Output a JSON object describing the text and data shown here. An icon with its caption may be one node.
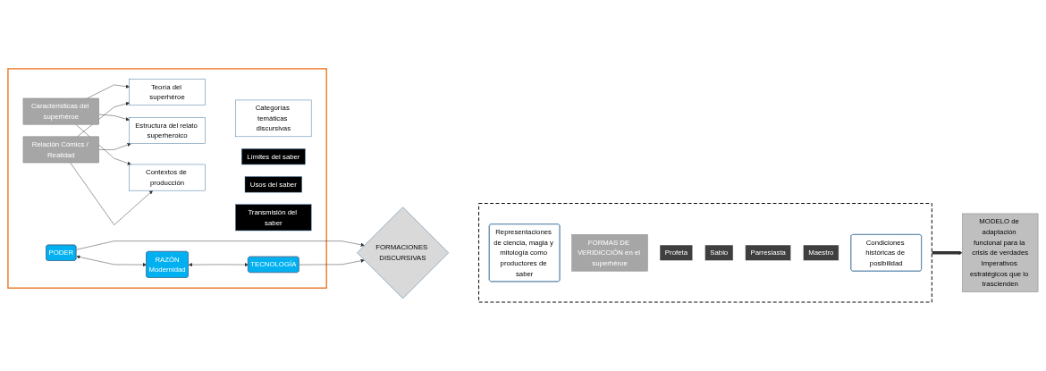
{
  "diagram": {
    "nodes": [
      {
        "text": [],
        "shape": "arrow"
      },
      {
        "text": [
          "Características del superhéroe"
        ],
        "in": 0
      },
      {
        "text": [
          "Teoría del superhéroe"
        ],
        "in": 0
      },
      {
        "text": [
          "Estructura del relato superheroico"
        ],
        "in": 0
      },
      {
        "text": [
          "Contextos de producción"
        ],
        "in": 0
      },
      {
        "text": [
          "Relación Cómics / Realidad"
        ],
        "in": 0
      },
      {
        "text": [
          "Categorías temáticas discursivas"
        ],
        "in": 0
      },
      {
        "text": [
          "Límites del saber"
        ],
        "in": 0
      },
      {
        "text": [
          "Usos del saber"
        ],
        "in": 0
      },
      {
        "text": [
          "Transmisión del saber"
        ],
        "in": 0
      },
      {
        "text": [
          "PODER"
        ],
        "in": 0
      },
      {
        "text": [
          "RAZÓN",
          "Modernidad"
        ],
        "in": 0
      },
      {
        "text": [
          "TECNOLOGÍA"
        ],
        "in": 0
      },
      {
        "text": [
          "FORMACIONES DISCURSIVAS"
        ]
      },
      {
        "text": [],
        "shape": "box"
      },
      {
        "text": [
          "Representaciones de ciencia, magia y mitología como productores de saber"
        ],
        "in": 14
      },
      {
        "text": [
          "FORMAS DE VERIDICCIÓN en el superhéroe"
        ],
        "in": 14
      },
      {
        "text": [
          "Profeta"
        ],
        "in": 14
      },
      {
        "text": [
          "Sabio"
        ],
        "in": 14
      },
      {
        "text": [
          "Parresiasta"
        ],
        "in": 14
      },
      {
        "text": [
          "Maestro"
        ],
        "in": 14
      },
      {
        "text": [
          "Condiciones históricas de posibilidad"
        ],
        "in": 14
      },
      {
        "text": [
          "MODELO de adaptación funcional para la crisis de verdades",
          "Imperativos estratégicos que lo trascienden"
        ]
      }
    ],
    "edges": [
      {
        "from": 1,
        "to": 2,
        "arrow": "to"
      },
      {
        "from": 1,
        "to": 3,
        "arrow": "to"
      },
      {
        "from": 1,
        "to": 4,
        "arrow": "to"
      },
      {
        "from": 5,
        "to": 2,
        "arrow": "to"
      },
      {
        "from": 5,
        "to": 3,
        "arrow": "to"
      },
      {
        "from": 5,
        "to": 4,
        "arrow": "to"
      },
      {
        "from": 10,
        "to": 11,
        "arrow": "both"
      },
      {
        "from": 11,
        "to": 12,
        "arrow": "both"
      },
      {
        "from": 10,
        "to": 13,
        "arrow": "to"
      },
      {
        "from": 12,
        "to": 13,
        "arrow": "to"
      },
      {
        "from": 14,
        "to": 22,
        "arrow": "to",
        "style": "thick"
      }
    ]
  }
}
